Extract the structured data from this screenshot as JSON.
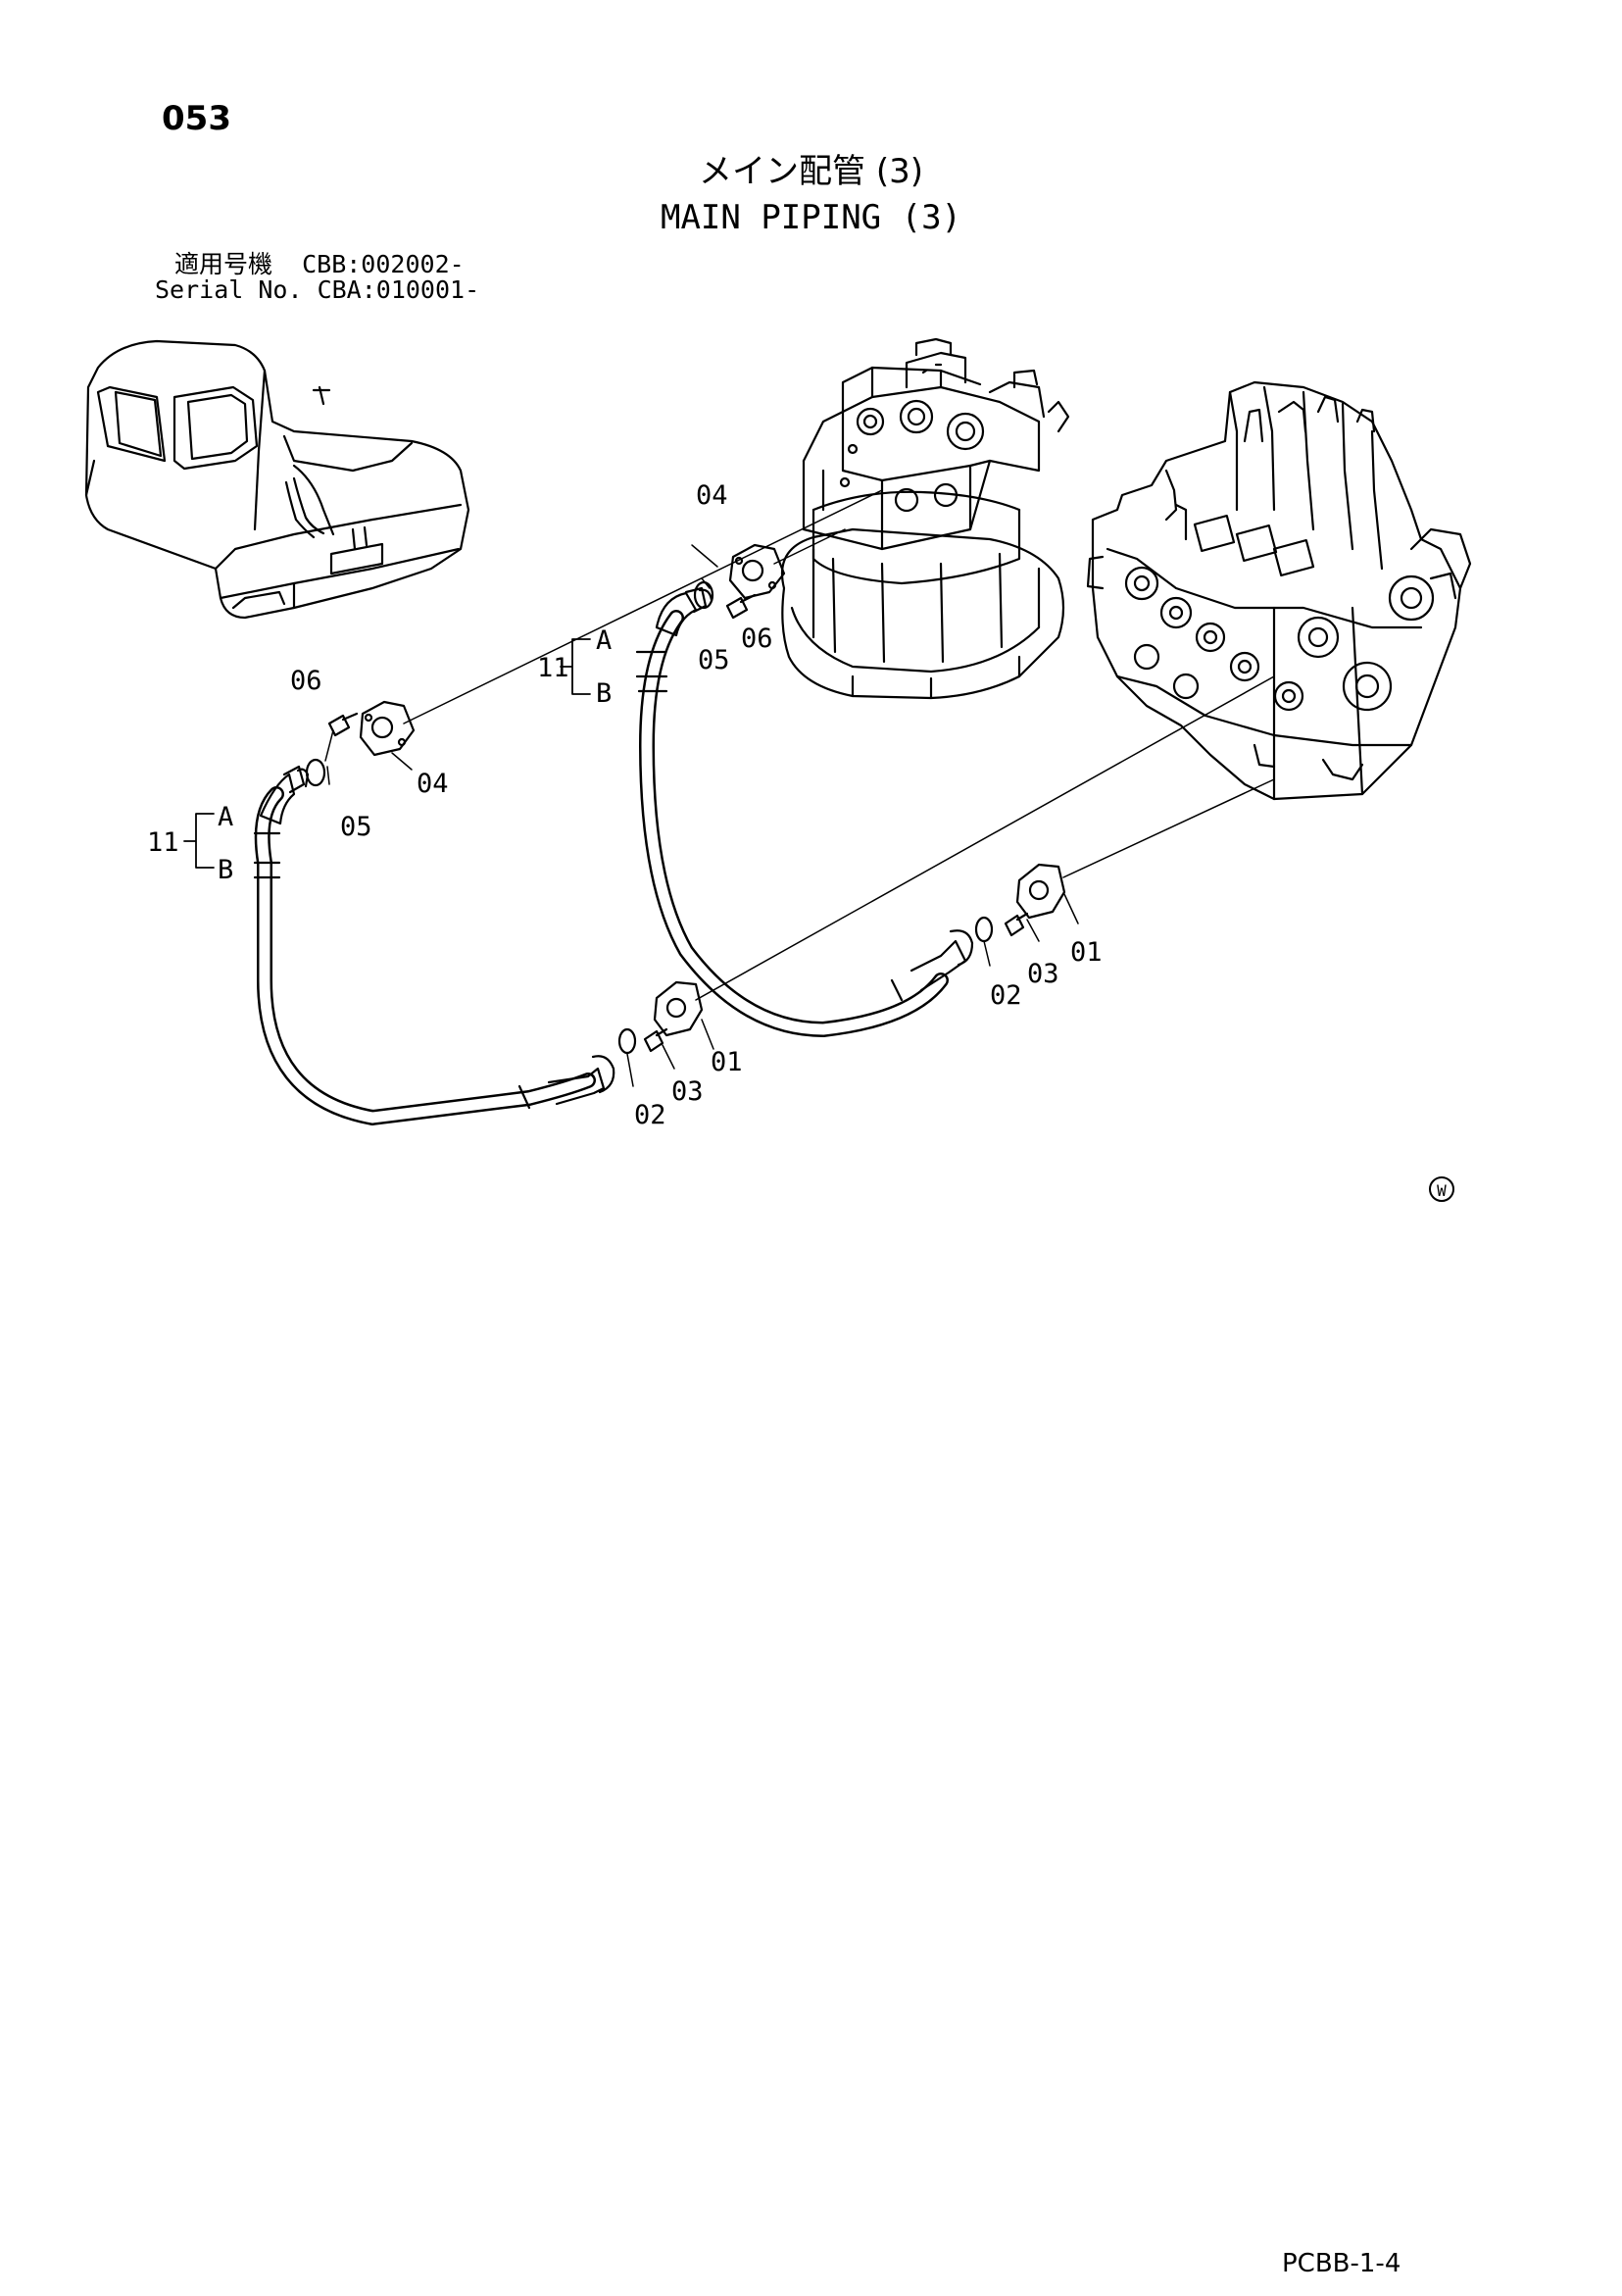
{
  "page_number": "053",
  "title_jp": "メイン配管 (3)",
  "title_en": "MAIN PIPING (3)",
  "serial_jp": "適用号機  CBB:002002-",
  "serial_en": "Serial No. CBA:010001-",
  "footer_code": "PCBB-1-4",
  "watermark": "W",
  "callouts": {
    "c01a": "01",
    "c01b": "01",
    "c02a": "02",
    "c02b": "02",
    "c03a": "03",
    "c03b": "03",
    "c04a": "04",
    "c04b": "04",
    "c05a": "05",
    "c05b": "05",
    "c06a": "06",
    "c06b": "06",
    "c11a": "11",
    "c11b": "11",
    "ha1": "A",
    "hb1": "B",
    "ha2": "A",
    "hb2": "B"
  }
}
